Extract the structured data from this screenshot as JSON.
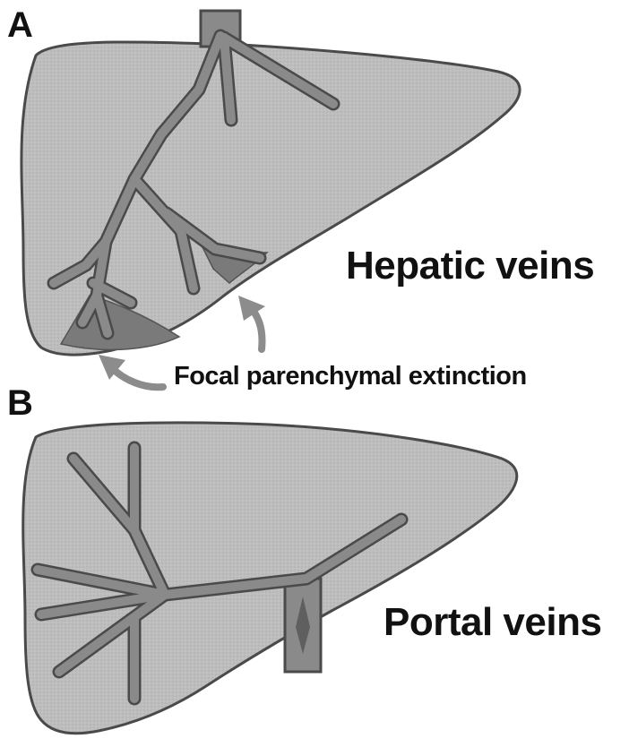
{
  "panels": {
    "a": {
      "letter": "A",
      "caption": "Hepatic veins"
    },
    "b": {
      "letter": "B",
      "caption": "Portal veins"
    }
  },
  "annotation": {
    "text": "Focal parenchymal extinction"
  },
  "colors": {
    "liver_fill": "#bdbdbd",
    "liver_outline": "#4a4a4a",
    "vein_fill": "#8a8a8a",
    "extinction_fill": "#7a7a7a",
    "arrow": "#8c8c8c",
    "text": "#111111"
  }
}
